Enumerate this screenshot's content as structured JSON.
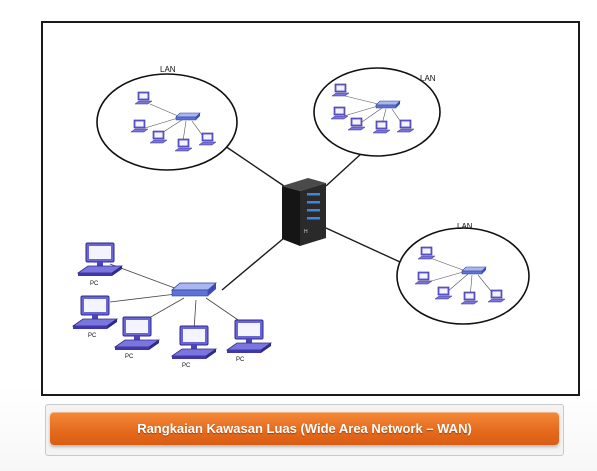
{
  "diagram": {
    "lan_labels": [
      "LAN",
      "LAN",
      "LAN"
    ],
    "pc_label": "PC",
    "server_badge": "H"
  },
  "caption": {
    "text": "Rangkaian Kawasan Luas (Wide Area Network – WAN)"
  },
  "colors": {
    "pc_body": "#6b64d6",
    "pc_dark": "#3f38a8",
    "switch": "#7c8fe0",
    "server": "#2a2a2a",
    "server_light": "#3d86d9",
    "caption_bg": "#e4691c"
  }
}
